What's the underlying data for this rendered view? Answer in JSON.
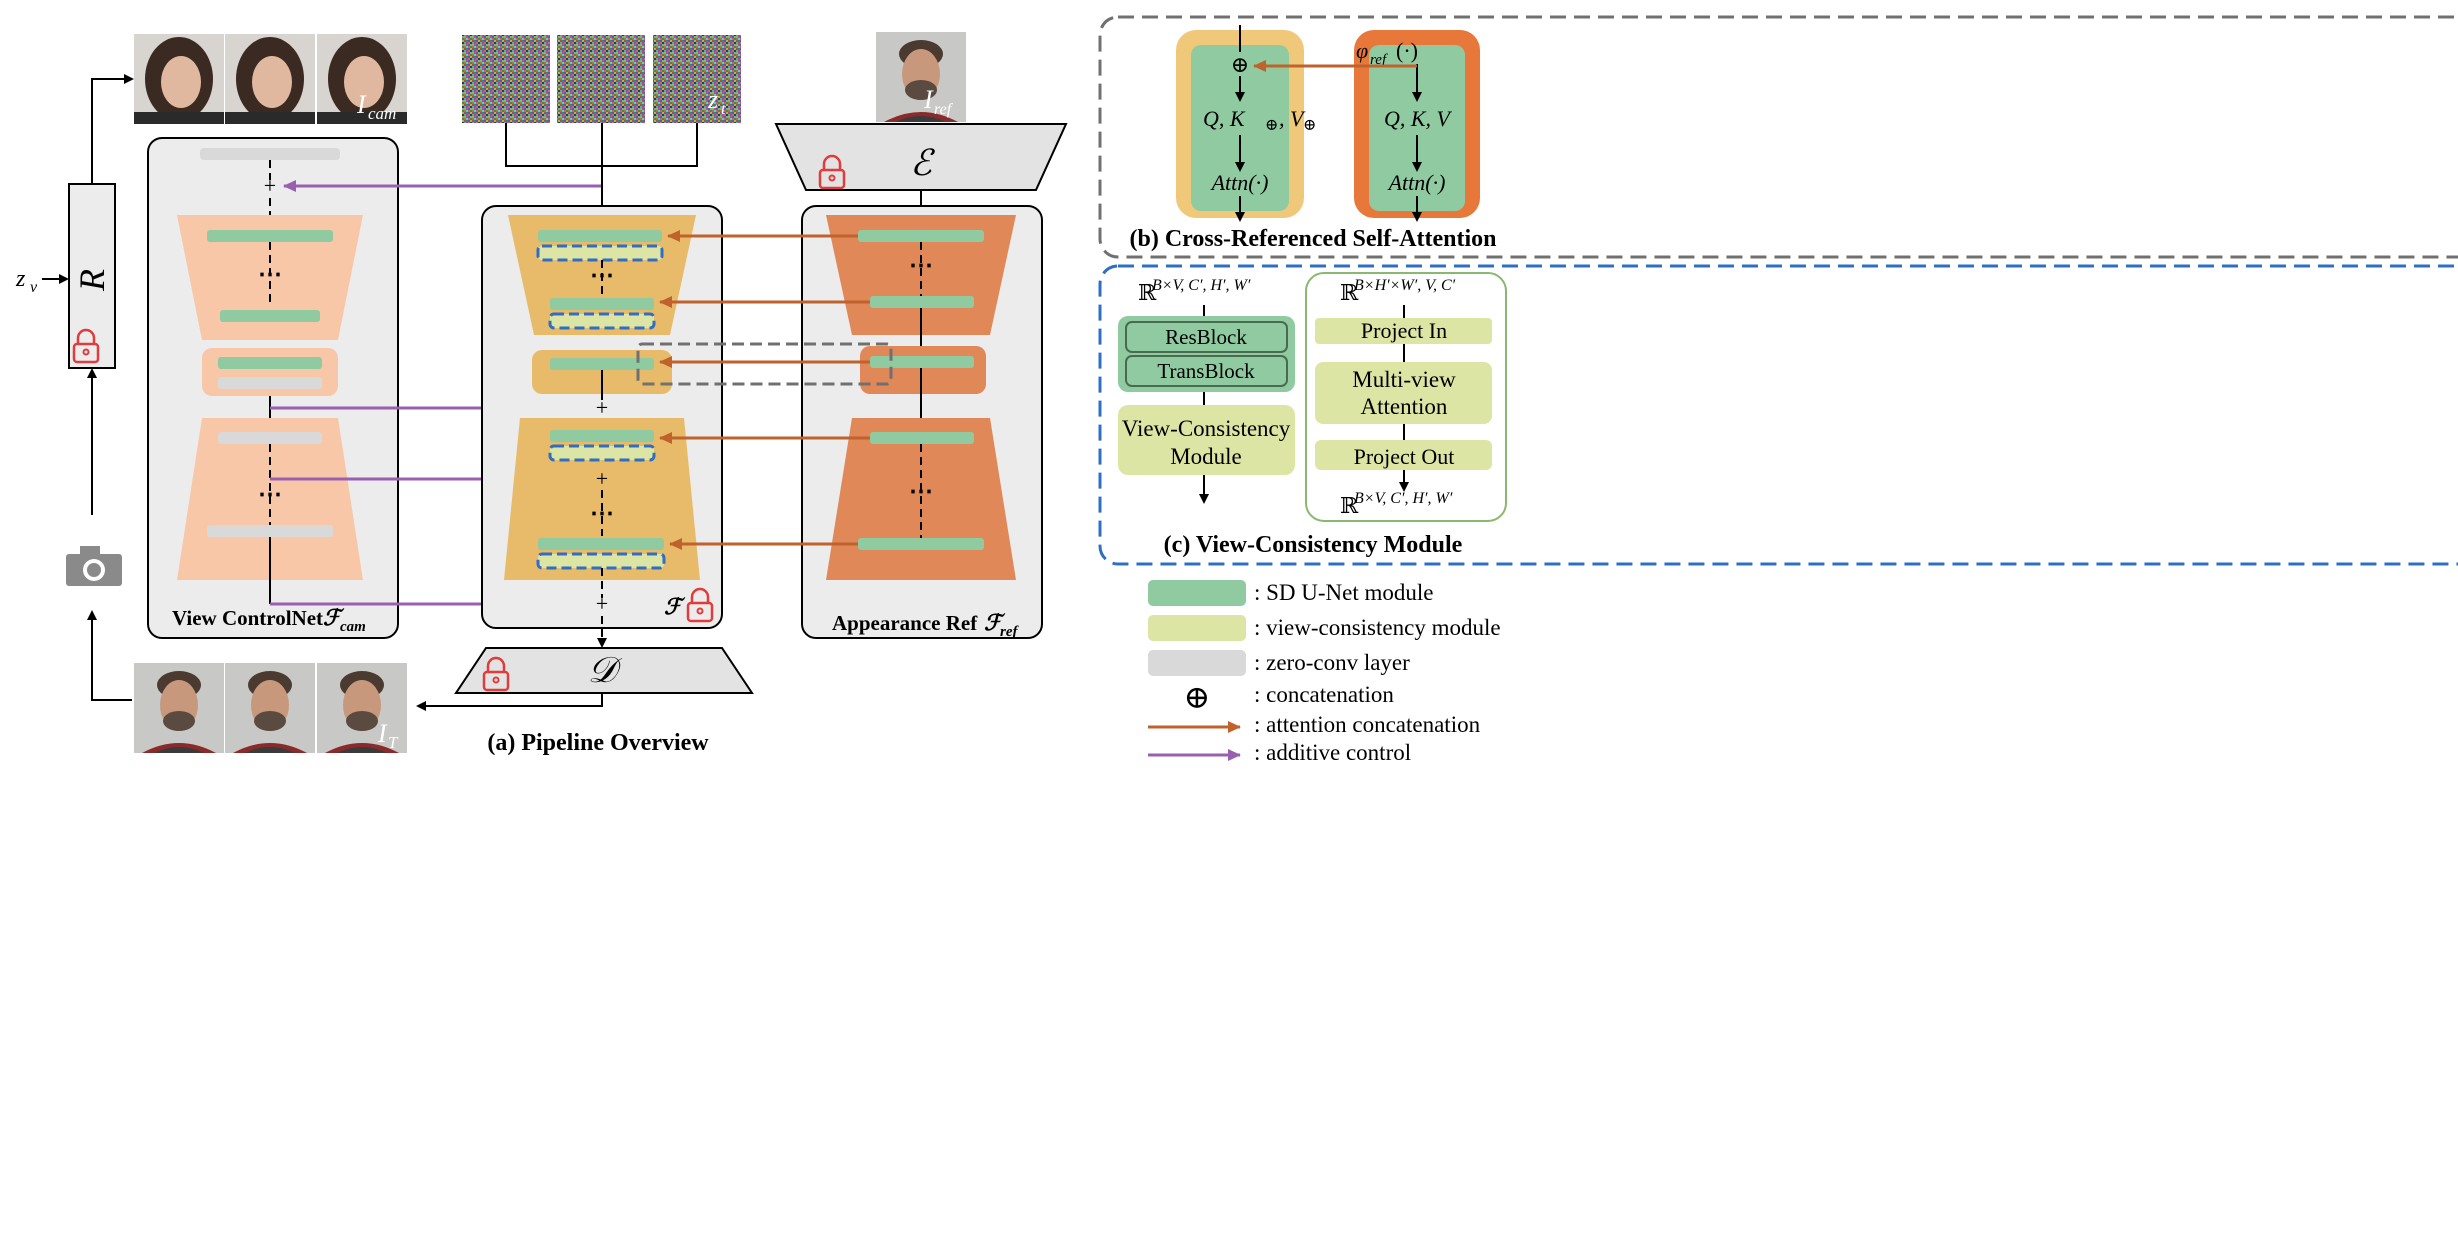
{
  "colors": {
    "sd_unet": "#8fcaa0",
    "view_consistency": "#dde5a5",
    "zero_conv": "#d9d9d9",
    "panel_bg": "#ececec",
    "controlnet_light": "#f8c7a8",
    "main_unet": "#e8bb6a",
    "ref_unet": "#e08858",
    "attention_arrow": "#c0622c",
    "additive_arrow": "#9a60b0",
    "blue_dash": "#2e6fc4",
    "gray_dash": "#707070",
    "lock": "#e23b3b"
  },
  "pipeline": {
    "label_zv": "z",
    "label_zv_sub": "v",
    "label_R": "R",
    "label_Icam": "I",
    "label_Icam_sub": "cam",
    "label_zt": "z",
    "label_zt_sub": "t",
    "label_Iref": "I",
    "label_Iref_sub": "ref",
    "label_IT": "I",
    "label_IT_sub": "T",
    "encoder": "ℰ",
    "decoder": "𝒟",
    "controlnet_title": "View ControlNet ",
    "controlnet_symbol": "ℱ",
    "controlnet_sub": "cam",
    "main_symbol": "ℱ",
    "ref_title": "Appearance Ref ",
    "ref_symbol": "ℱ",
    "ref_sub": "ref",
    "caption": "(a) Pipeline Overview",
    "plus": "+",
    "dots": "⋯"
  },
  "cross_attention": {
    "phi": "φ",
    "phi_sub": "ref",
    "phi_arg": "(·)",
    "oplus": "⊕",
    "qkv_left": "Q, K",
    "qkv_left_v": ", V",
    "qkv_right": "Q, K, V",
    "attn": "Attn(·)",
    "caption": "(b) Cross-Referenced Self-Attention"
  },
  "view_consistency": {
    "left_dims": "ℝ",
    "left_dims_sup": "B×V, C′, H′, W′",
    "resblock": "ResBlock",
    "transblock": "TransBlock",
    "vcm_line1": "View-Consistency",
    "vcm_line2": "Module",
    "right_dims": "ℝ",
    "right_dims_sup": "B×H′×W′, V, C′",
    "project_in": "Project In",
    "mv_line1": "Multi-view",
    "mv_line2": "Attention",
    "project_out": "Project Out",
    "out_dims": "ℝ",
    "out_dims_sup": "B×V, C′, H′, W′",
    "caption": "(c) View-Consistency Module"
  },
  "legend": [
    {
      "kind": "sd",
      "label": ": SD U-Net module"
    },
    {
      "kind": "vc",
      "label": ": view-consistency module"
    },
    {
      "kind": "zero",
      "label": ": zero-conv layer"
    },
    {
      "kind": "oplus",
      "label": ": concatenation",
      "symbol": "⊕"
    },
    {
      "kind": "attn-arrow",
      "label": ": attention concatenation"
    },
    {
      "kind": "add-arrow",
      "label": ": additive control"
    }
  ]
}
